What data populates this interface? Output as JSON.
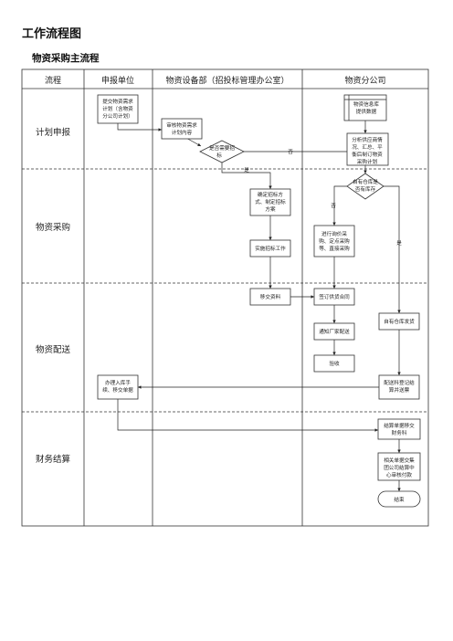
{
  "title": "工作流程图",
  "subtitle": "物资采购主流程",
  "columns": [
    "流程",
    "申报单位",
    "物资设备部（招投标管理办公室）",
    "物资分公司"
  ],
  "lanes": [
    "计划申报",
    "物资采购",
    "物资配送",
    "财务结算"
  ],
  "nodes": {
    "n1": [
      "提交物资需求",
      "计划（含物资",
      "分公司计划）"
    ],
    "n2": [
      "审核物资需求",
      "计划内容"
    ],
    "d1": [
      "是否需要招",
      "标"
    ],
    "n3": [
      "物资信息库",
      "提供数据"
    ],
    "n4": [
      "分析供应商情",
      "况、汇总、平",
      "衡后制订物资",
      "采购计划"
    ],
    "d2": [
      "自有仓库是",
      "否有库存"
    ],
    "n5": [
      "确定招标方",
      "式、制定招标",
      "方案"
    ],
    "n6": [
      "进行询价采",
      "购、定点采购",
      "等、直接采购"
    ],
    "n7": [
      "实施招标工作"
    ],
    "n8": [
      "移交资料"
    ],
    "n9": [
      "签订供货合同"
    ],
    "n10": [
      "通知厂家配送"
    ],
    "n11": [
      "自有仓库发货"
    ],
    "n12": [
      "验收"
    ],
    "n13": [
      "办理入库手",
      "续、移交单据"
    ],
    "n14": [
      "配送科登记结",
      "算并送票"
    ],
    "n15": [
      "结算单据移交",
      "财务科"
    ],
    "n16": [
      "相关单据交集",
      "团公司结算中",
      "心审核付款"
    ],
    "end": [
      "结束"
    ]
  },
  "edge_labels": {
    "no": "否",
    "yes": "是"
  }
}
